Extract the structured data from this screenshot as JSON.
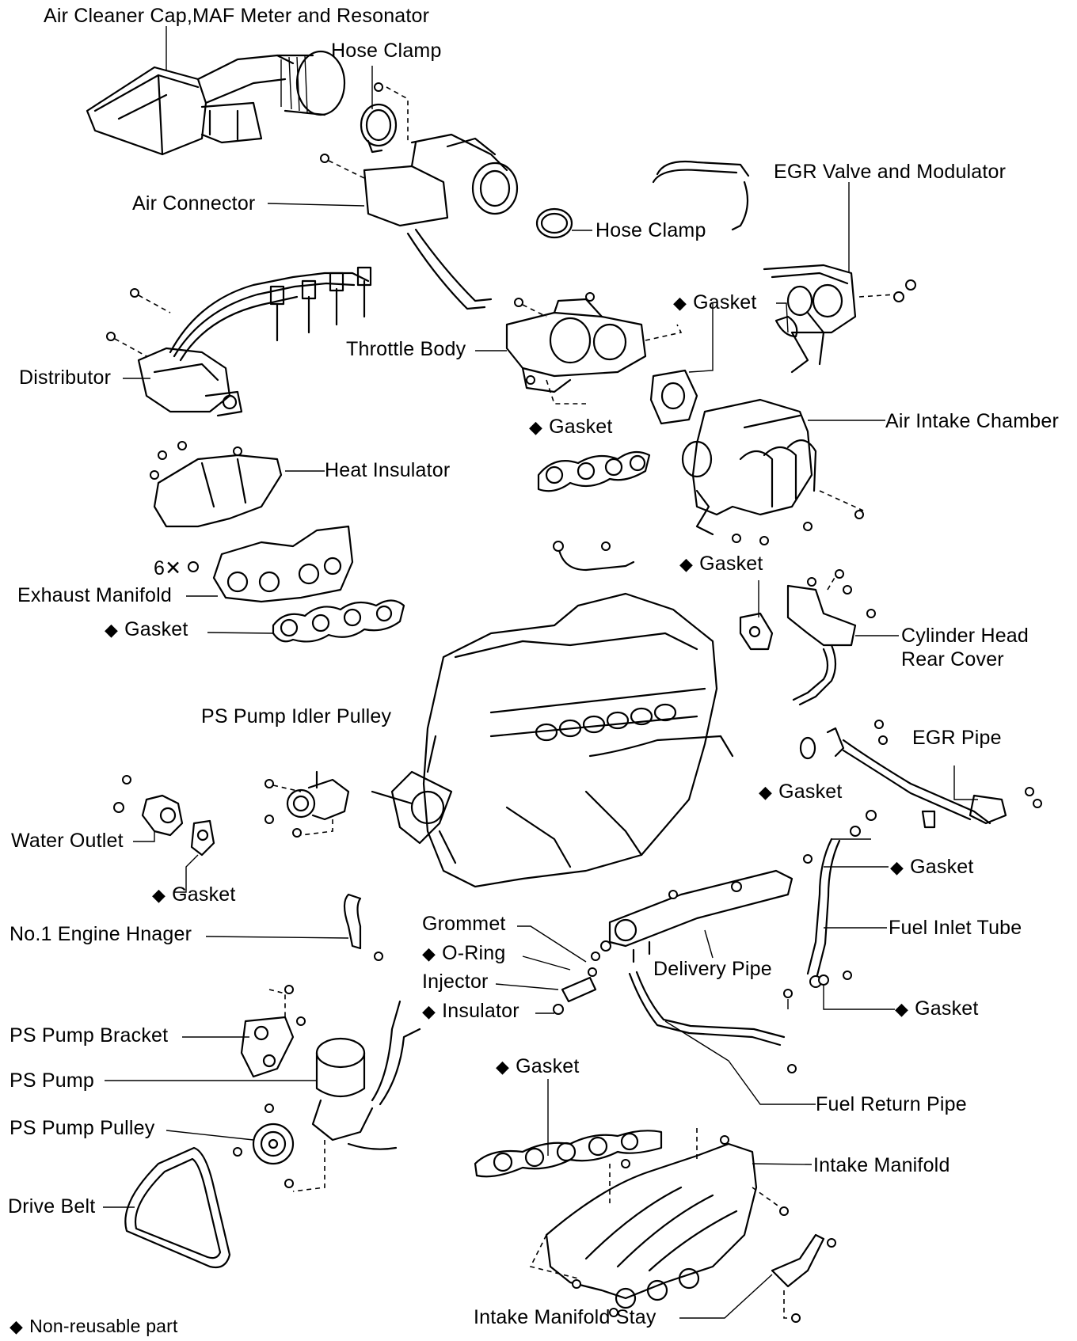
{
  "labels": {
    "air_cleaner": "Air Cleaner Cap,MAF Meter and Resonator",
    "hose_clamp_top": "Hose Clamp",
    "air_connector": "Air Connector",
    "hose_clamp_mid": "Hose Clamp",
    "egr_valve": "EGR Valve and Modulator",
    "gasket_egr": "Gasket",
    "throttle_body": "Throttle Body",
    "distributor": "Distributor",
    "air_intake_chamber": "Air Intake Chamber",
    "gasket_throttle": "Gasket",
    "heat_insulator": "Heat Insulator",
    "exhaust_count": "6✕",
    "exhaust_manifold": "Exhaust Manifold",
    "gasket_exhaust": "Gasket",
    "gasket_head_rear": "Gasket",
    "cylinder_head_rear_cover_1": "Cylinder Head",
    "cylinder_head_rear_cover_2": "Rear Cover",
    "ps_idler_pulley": "PS Pump Idler Pulley",
    "egr_pipe": "EGR Pipe",
    "gasket_egr_pipe": "Gasket",
    "water_outlet": "Water Outlet",
    "gasket_water": "Gasket",
    "gasket_fuel_inlet_top": "Gasket",
    "engine_hanger": "No.1 Engine Hnager",
    "grommet": "Grommet",
    "o_ring": "O-Ring",
    "injector": "Injector",
    "insulator": "Insulator",
    "delivery_pipe": "Delivery Pipe",
    "fuel_inlet_tube": "Fuel Inlet Tube",
    "gasket_fuel_inlet_bottom": "Gasket",
    "ps_pump_bracket": "PS Pump Bracket",
    "ps_pump": "PS Pump",
    "ps_pump_pulley": "PS Pump Pulley",
    "gasket_intake": "Gasket",
    "fuel_return_pipe": "Fuel Return Pipe",
    "intake_manifold": "Intake Manifold",
    "drive_belt": "Drive Belt",
    "intake_manifold_stay": "Intake Manifold Stay",
    "legend": "Non-reusable part"
  },
  "symbols": {
    "non_reusable": "◆"
  },
  "colors": {
    "ink": "#000000",
    "paper": "#ffffff"
  }
}
